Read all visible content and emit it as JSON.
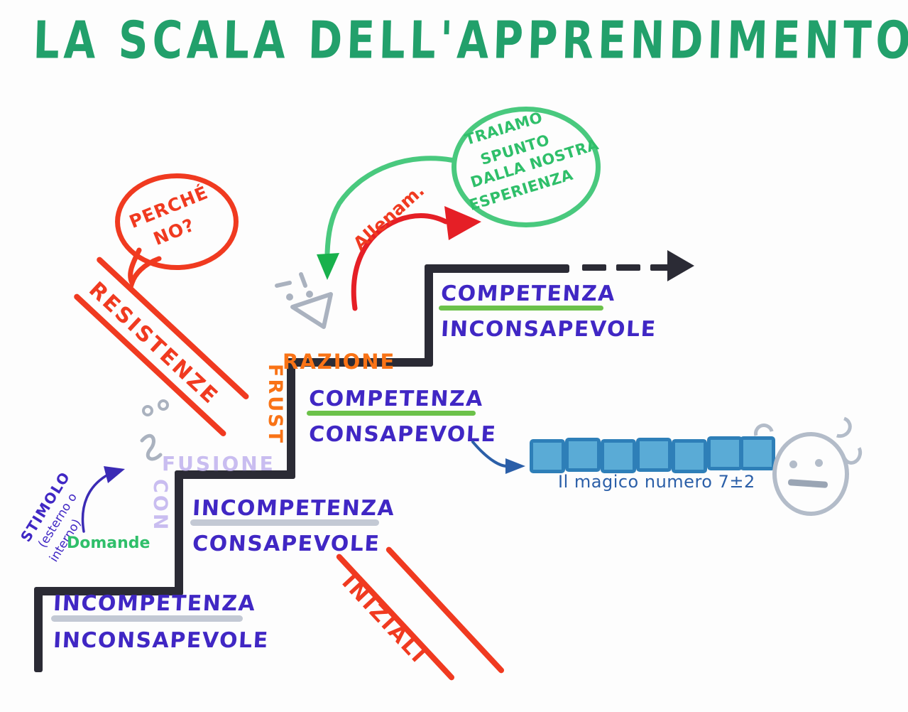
{
  "title": "LA SCALA DELL'APPRENDIMENTO",
  "steps": [
    {
      "id": "step1",
      "line1": "INCOMPETENZA",
      "line2": "INCONSAPEVOLE",
      "underline_color": "#b9c0cd",
      "level": 1
    },
    {
      "id": "step2",
      "line1": "INCOMPETENZA",
      "line2": "CONSAPEVOLE",
      "underline_color": "#b9c0cd",
      "level": 2
    },
    {
      "id": "step3",
      "line1": "COMPETENZA",
      "line2": "CONSAPEVOLE",
      "underline_color": "#6cc24a",
      "level": 3
    },
    {
      "id": "step4",
      "line1": "COMPETENZA",
      "line2": "INCONSAPEVOLE",
      "underline_color": "#6cc24a",
      "level": 4
    }
  ],
  "annotations": {
    "stimulus": "STIMOLO",
    "stimulus_sub1": "(esterno o",
    "stimulus_sub2": "interno)",
    "questions": "Domande",
    "confusion_part1": "CON",
    "confusion_part2": "FUSIONE",
    "frustration_part1": "FRUST",
    "frustration_part2": "RAZIONE",
    "resistance_part1": "RESISTENZE",
    "resistance_part2": "INIZIALI",
    "training": "Allenam.",
    "memory_caption": "Il magico numero 7±2",
    "memory_chunks": 7
  },
  "bubbles": {
    "red": {
      "line1": "PERCHÉ",
      "line2": "NO?",
      "color": "#f03a20"
    },
    "green": {
      "line1": "TRAIAMO",
      "line2": "SPUNTO",
      "line3": "DALLA NOSTRA",
      "line4": "ESPERIENZA",
      "color": "#49c97e"
    }
  },
  "colors": {
    "title": "#22a06b",
    "text_blue": "#4027c4",
    "red": "#f03a20",
    "orange": "#f97316",
    "green": "#2fbf6a",
    "lilac": "#c9bdf0",
    "grey": "#a9b0bd",
    "stair": "#2b2b35",
    "chunk": "#5aabd6"
  }
}
